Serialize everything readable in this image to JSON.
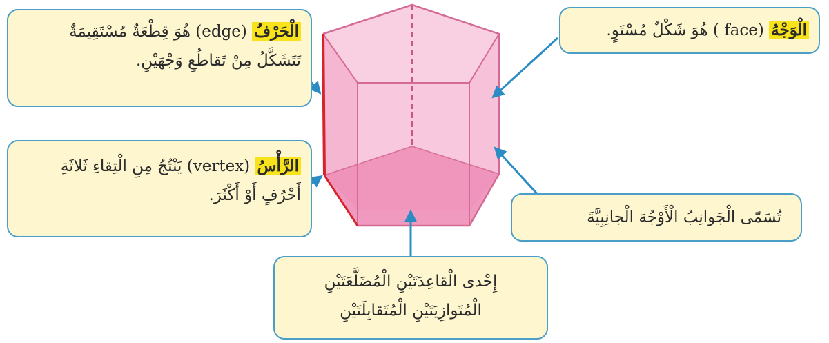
{
  "callouts": {
    "edge": {
      "term": "الْحَرْفُ",
      "english": "(edge)",
      "rest": " هُوَ قِطْعَةٌ مُسْتَقِيمَةٌ",
      "line2": "تَتَشَكَّلُ مِنْ تَقاطُعِ وَجْهَيْنِ."
    },
    "face": {
      "term": "الْوَجْهُ",
      "english": "( face)",
      "rest": " هُوَ شَكْلٌ مُسْتَوٍ."
    },
    "vertex": {
      "term": "الرَّأْسُ",
      "english": "(vertex)",
      "rest": " يَنْتُجُ مِنِ الْتِقاءِ ثَلاثَةِ",
      "line2": "أَحْرُفٍ أَوْ أَكْثَرَ."
    },
    "side": {
      "text": "تُسَمّى الْجَوانِبُ الْأَوْجُهَ الْجانِبِيَّةَ"
    },
    "base": {
      "line1": "إِحْدى الْقاعِدَتَيْنِ الْمُضَلَّعَتَيْنِ",
      "line2": "الْمُتَوازِيَتَيْنِ الْمُتَقابِلَتَيْنِ"
    }
  },
  "colors": {
    "prism_side": "#f6c1d9",
    "prism_base": "#ee8fb8",
    "prism_edge": "#d66a96",
    "highlight_edge": "#d8232a",
    "arrow": "#2b8cc4",
    "callout_fill": "#fdf6cf",
    "callout_border": "#4a9ec8",
    "term_highlight": "#f7e21b"
  },
  "figure": {
    "shape": "pentagonal-prism",
    "highlighted": "front-left-edge"
  }
}
